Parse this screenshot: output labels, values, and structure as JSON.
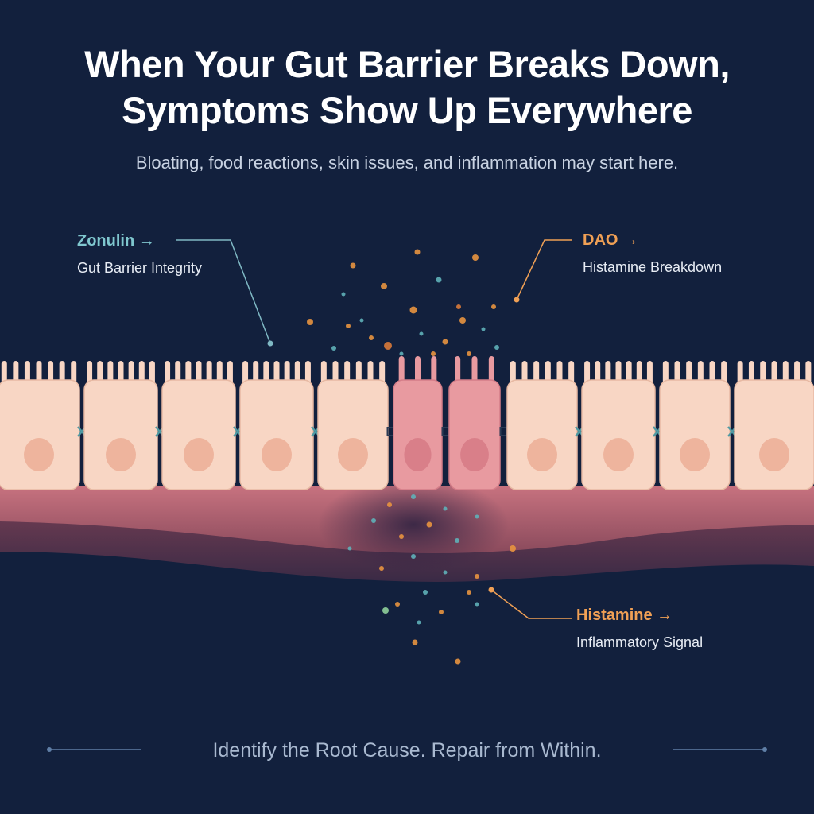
{
  "title": {
    "line1": "When Your Gut Barrier Breaks Down,",
    "line2": "Symptoms Show Up Everywhere"
  },
  "subtitle": "Bloating, food reactions, skin issues, and inflammation may start here.",
  "callouts": {
    "zonulin": {
      "label": "Zonulin →",
      "description": "Gut Barrier Integrity"
    },
    "dao": {
      "label": "DAO →",
      "description": "Histamine Breakdown"
    },
    "histamine": {
      "label": "Histamine →",
      "description": "Inflammatory Signal"
    }
  },
  "footer": "Identify the Root Cause. Repair from Within.",
  "colors": {
    "background": "#12203d",
    "teal_accent": "#7fc7cf",
    "orange_accent": "#f0a055",
    "healthy_cell": "#f8d6c4",
    "damaged_cell": "#e89aa0",
    "tissue": "#a45868"
  }
}
